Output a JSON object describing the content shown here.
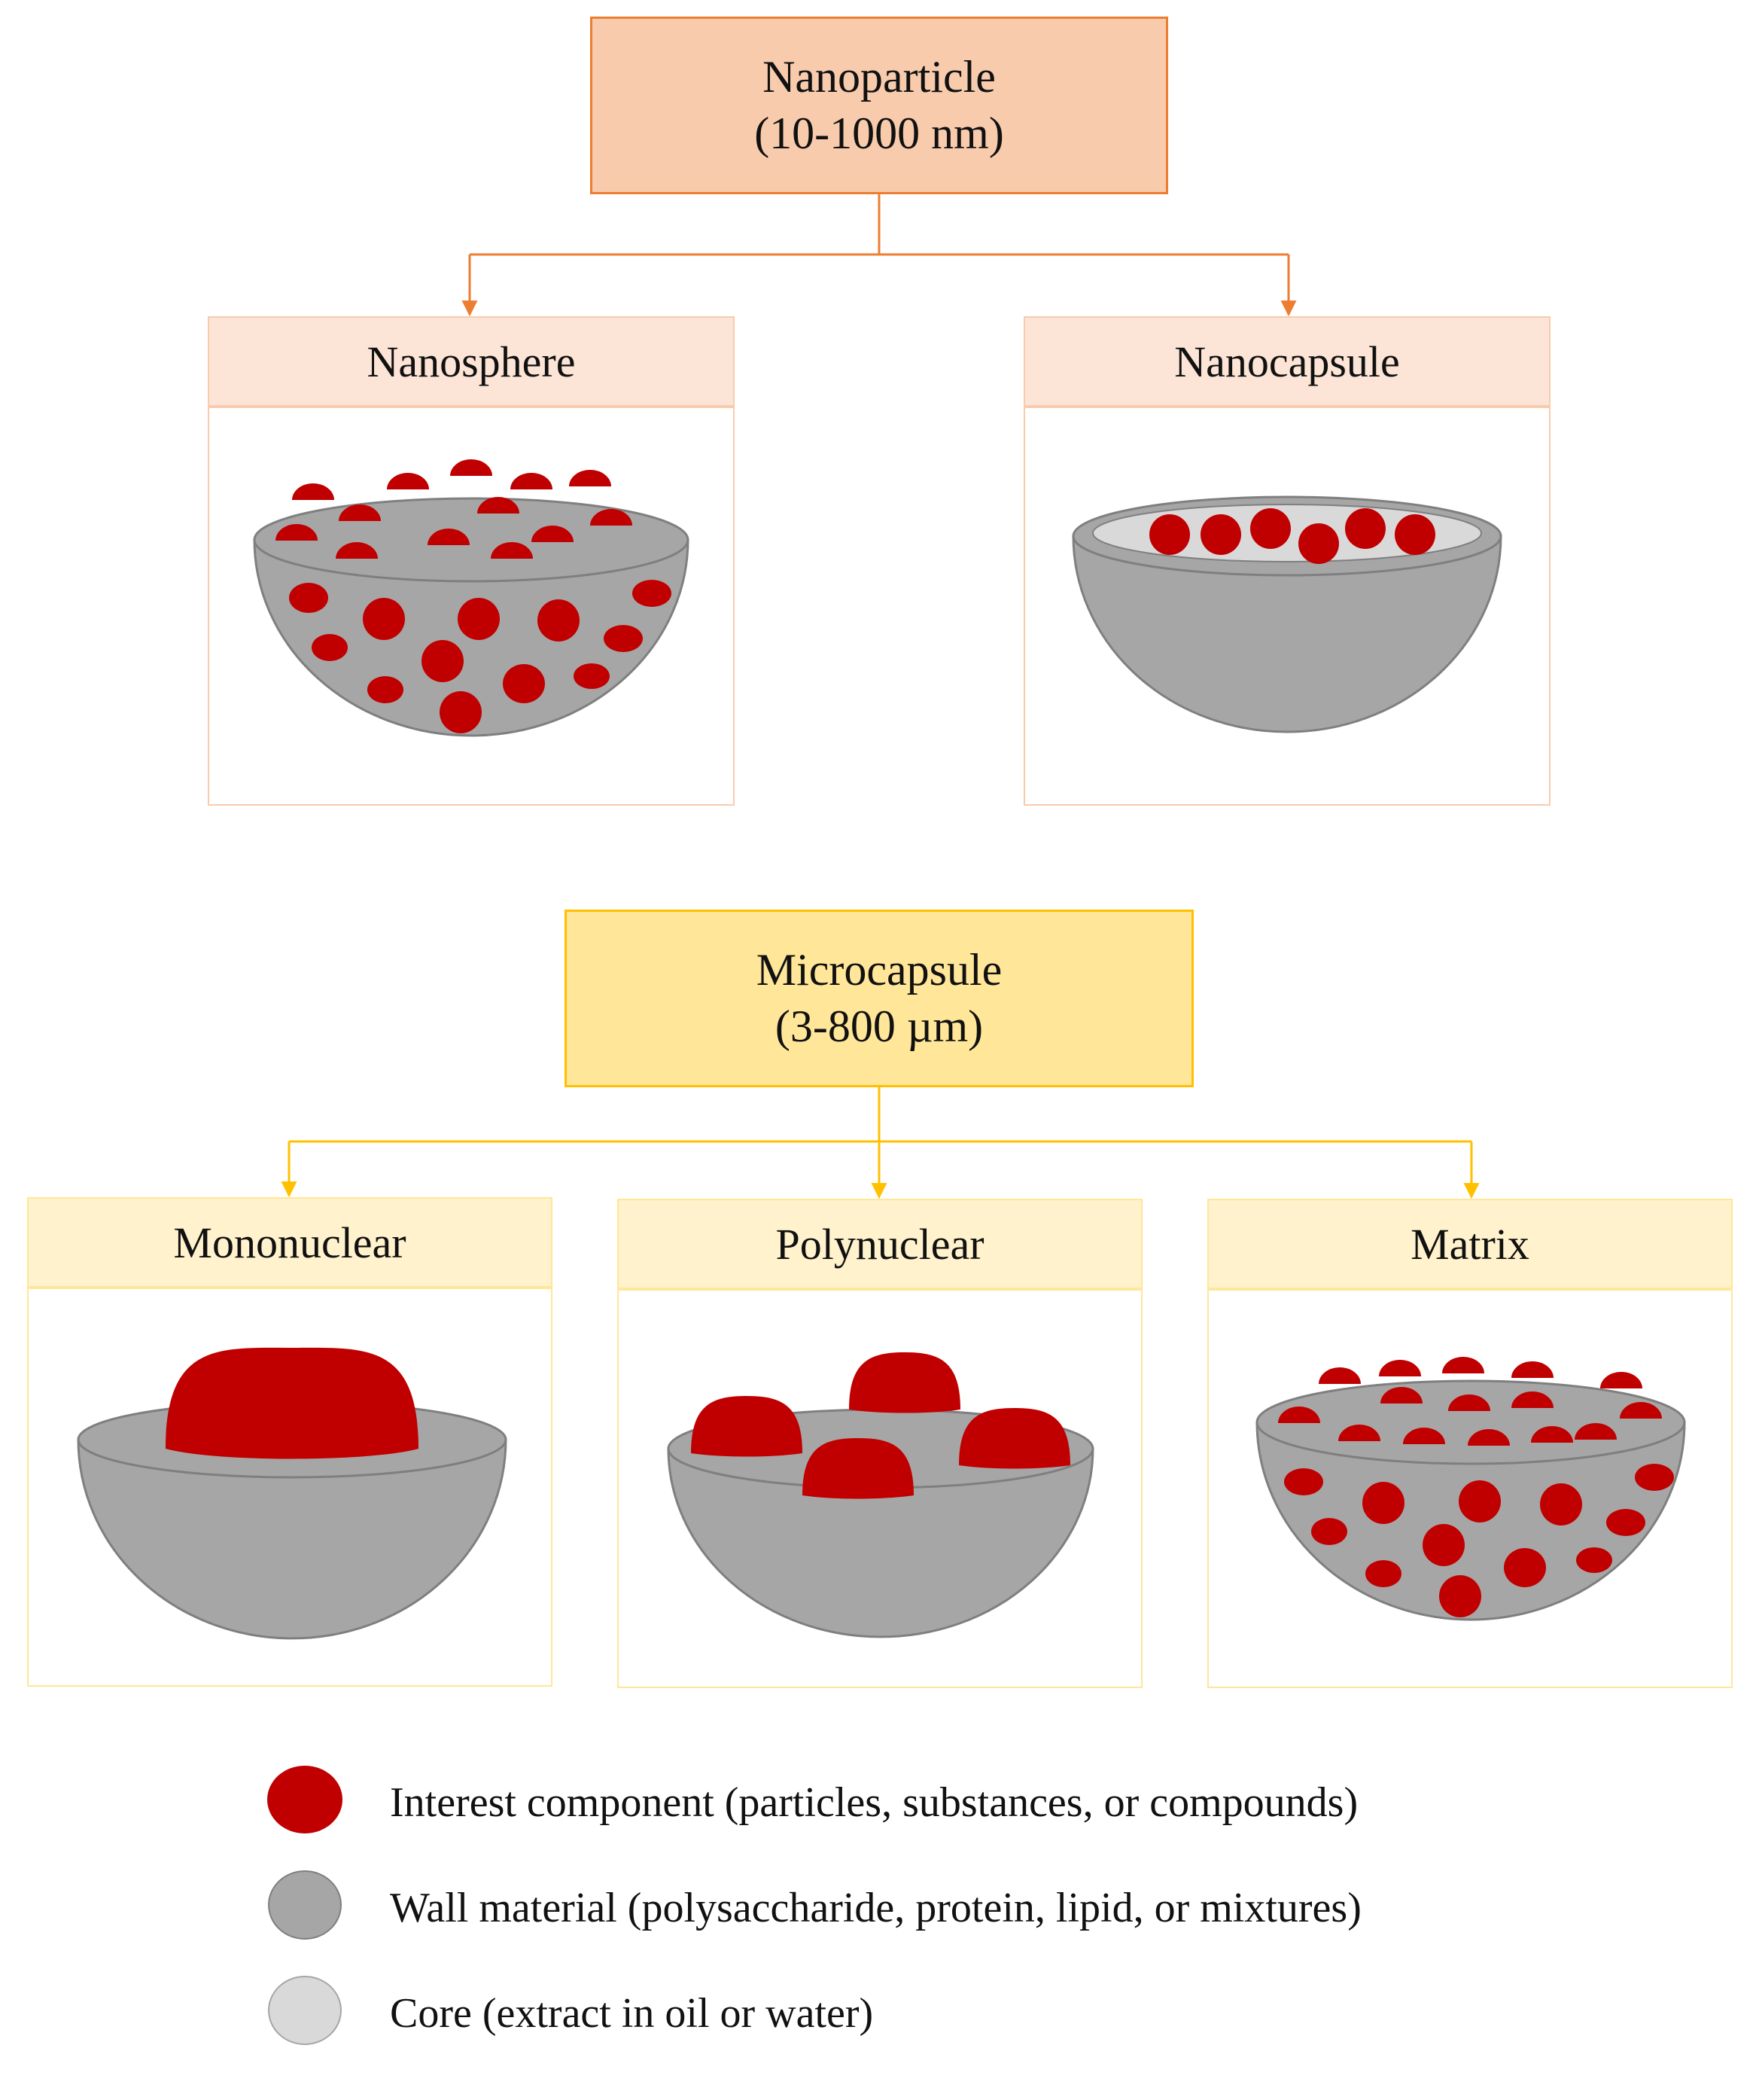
{
  "nanoparticle": {
    "title": "Nanoparticle",
    "size_range": "(10-1000 nm)",
    "types": [
      {
        "label": "Nanosphere"
      },
      {
        "label": "Nanocapsule"
      }
    ]
  },
  "microcapsule": {
    "title": "Microcapsule",
    "size_range": "(3-800 µm)",
    "types": [
      {
        "label": "Mononuclear"
      },
      {
        "label": "Polynuclear"
      },
      {
        "label": "Matrix"
      }
    ]
  },
  "legend": [
    {
      "label": "Interest component (particles, substances, or compounds)",
      "color": "#c00000"
    },
    {
      "label": "Wall material (polysaccharide, protein, lipid, or mixtures)",
      "color": "#a6a6a6"
    },
    {
      "label": "Core (extract in oil or water)",
      "color": "#d9d9d9"
    }
  ],
  "colors": {
    "nano_accent": "#ed7d31",
    "micro_accent": "#ffc000",
    "interest_component": "#c00000",
    "wall_material": "#a6a6a6",
    "core": "#d9d9d9"
  }
}
